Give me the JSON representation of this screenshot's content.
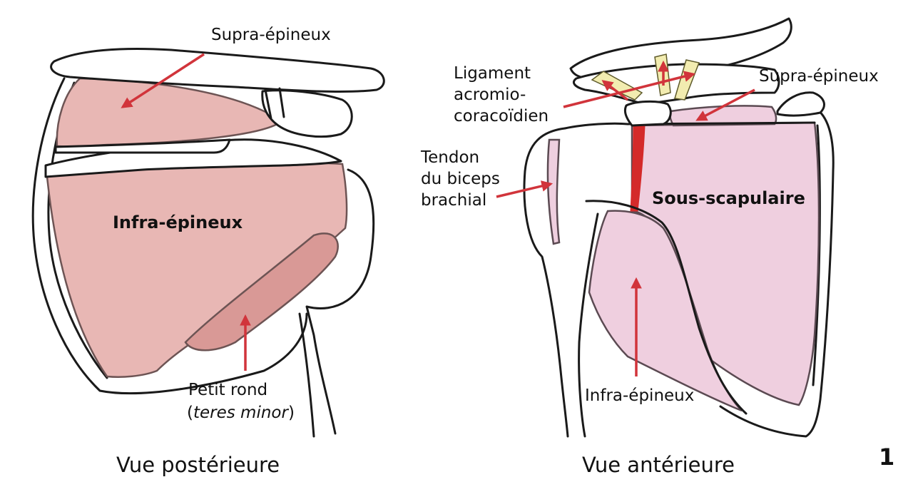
{
  "colors": {
    "muscle_posterior": "#e8b7b4",
    "muscle_posterior_dark": "#d99996",
    "muscle_anterior": "#efcfdf",
    "ligament": "#f2ecb0",
    "tear": "#d42a2a",
    "arrow": "#d1343b",
    "outline": "#1a1a1a"
  },
  "posterior": {
    "supra_label": "Supra-épineux",
    "infra_label": "Infra-épineux",
    "teres_line1": "Petit rond",
    "teres_open": "(",
    "teres_italic": "teres minor",
    "teres_close": ")",
    "caption": "Vue postérieure"
  },
  "anterior": {
    "ligament_line1": "Ligament",
    "ligament_line2": "acromio-",
    "ligament_line3": "coracoïdien",
    "supra_label": "Supra-épineux",
    "tendon_line1": "Tendon",
    "tendon_line2": "du biceps",
    "tendon_line3": "brachial",
    "subscap_label": "Sous-scapulaire",
    "infra_label": "Infra-épineux",
    "caption": "Vue antérieure"
  },
  "figure_number": "1"
}
